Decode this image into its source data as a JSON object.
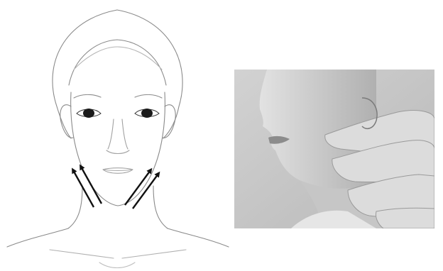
{
  "figure": {
    "illustration": {
      "subject": "front-view-face-line-drawing",
      "arrows": [
        {
          "side": "left",
          "direction": "up-outward",
          "count": 2
        },
        {
          "side": "right",
          "direction": "up-outward",
          "count": 2
        }
      ],
      "colors": {
        "line": "#8a8a8a",
        "arrow": "#111111",
        "eye": "#1a1a1a"
      }
    },
    "photo": {
      "subject": "profile-face-with-hand-on-jaw",
      "rendering": "grayscale",
      "colors": {
        "background": "#c9c9c9",
        "skin_light": "#d8d8d8",
        "skin_mid": "#b9b9b9",
        "hair": "#3a3a3a"
      }
    }
  }
}
